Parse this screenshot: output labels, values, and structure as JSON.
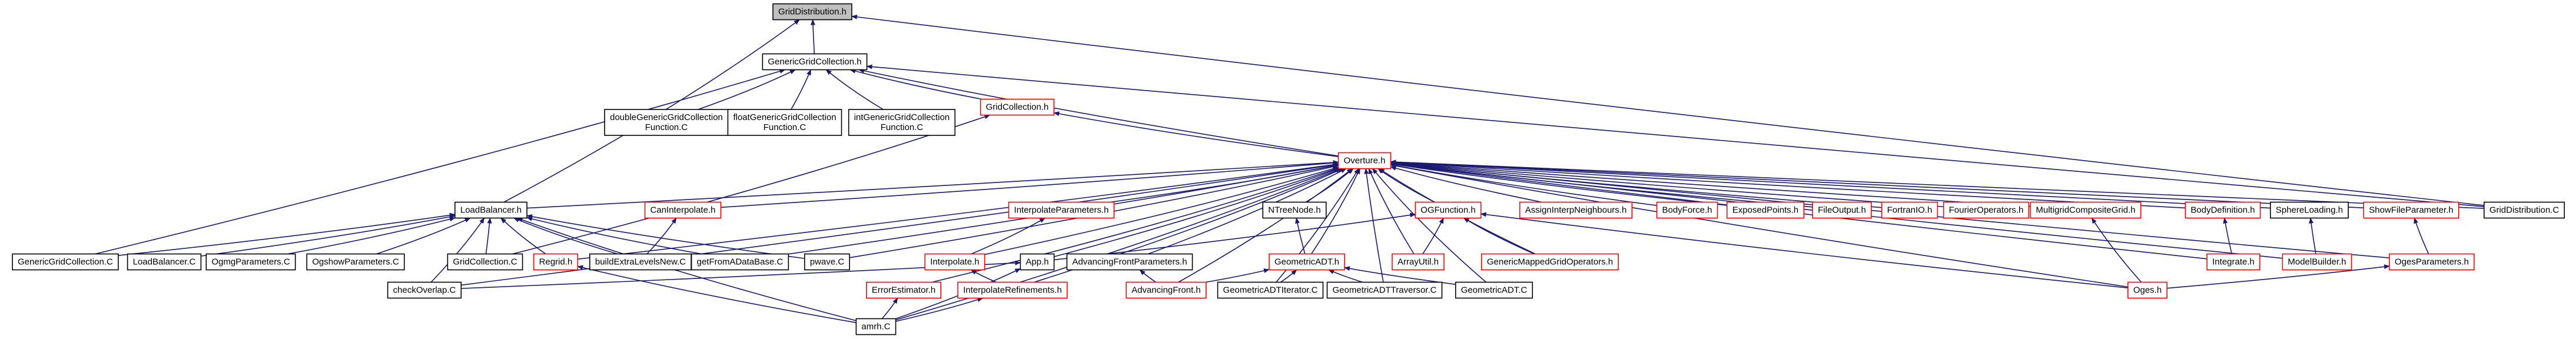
{
  "colors": {
    "edge": "#191970",
    "node_fill": "#ffffff",
    "root_fill": "#bfbfbf",
    "border_documented": "#000000",
    "border_undocumented": "#ff0000"
  },
  "nodes": [
    {
      "id": "GridDistribution.h",
      "lines": [
        "GridDistribution.h"
      ],
      "style": "root"
    },
    {
      "id": "GenericGridCollection.h",
      "lines": [
        "GenericGridCollection.h"
      ],
      "style": "black"
    },
    {
      "id": "doubleGenericGridCollectionFunction.C",
      "lines": [
        "doubleGenericGridCollection",
        "Function.C"
      ],
      "style": "black"
    },
    {
      "id": "floatGenericGridCollectionFunction.C",
      "lines": [
        "floatGenericGridCollection",
        "Function.C"
      ],
      "style": "black"
    },
    {
      "id": "intGenericGridCollectionFunction.C",
      "lines": [
        "intGenericGridCollection",
        "Function.C"
      ],
      "style": "black"
    },
    {
      "id": "GridCollection.h",
      "lines": [
        "GridCollection.h"
      ],
      "style": "red"
    },
    {
      "id": "Overture.h",
      "lines": [
        "Overture.h"
      ],
      "style": "red"
    },
    {
      "id": "LoadBalancer.h",
      "lines": [
        "LoadBalancer.h"
      ],
      "style": "black"
    },
    {
      "id": "CanInterpolate.h",
      "lines": [
        "CanInterpolate.h"
      ],
      "style": "red"
    },
    {
      "id": "InterpolateParameters.h",
      "lines": [
        "InterpolateParameters.h"
      ],
      "style": "red"
    },
    {
      "id": "NTreeNode.h",
      "lines": [
        "NTreeNode.h"
      ],
      "style": "black"
    },
    {
      "id": "OGFunction.h",
      "lines": [
        "OGFunction.h"
      ],
      "style": "red"
    },
    {
      "id": "AssignInterpNeighbours.h",
      "lines": [
        "AssignInterpNeighbours.h"
      ],
      "style": "red"
    },
    {
      "id": "BodyForce.h",
      "lines": [
        "BodyForce.h"
      ],
      "style": "red"
    },
    {
      "id": "ExposedPoints.h",
      "lines": [
        "ExposedPoints.h"
      ],
      "style": "red"
    },
    {
      "id": "FileOutput.h",
      "lines": [
        "FileOutput.h"
      ],
      "style": "red"
    },
    {
      "id": "FortranIO.h",
      "lines": [
        "FortranIO.h"
      ],
      "style": "red"
    },
    {
      "id": "FourierOperators.h",
      "lines": [
        "FourierOperators.h"
      ],
      "style": "red"
    },
    {
      "id": "MultigridCompositeGrid.h",
      "lines": [
        "MultigridCompositeGrid.h"
      ],
      "style": "red"
    },
    {
      "id": "BodyDefinition.h",
      "lines": [
        "BodyDefinition.h"
      ],
      "style": "red"
    },
    {
      "id": "SphereLoading.h",
      "lines": [
        "SphereLoading.h"
      ],
      "style": "black"
    },
    {
      "id": "ShowFileParameter.h",
      "lines": [
        "ShowFileParameter.h"
      ],
      "style": "red"
    },
    {
      "id": "GridDistribution.C",
      "lines": [
        "GridDistribution.C"
      ],
      "style": "black"
    },
    {
      "id": "GenericGridCollection.C",
      "lines": [
        "GenericGridCollection.C"
      ],
      "style": "black"
    },
    {
      "id": "LoadBalancer.C",
      "lines": [
        "LoadBalancer.C"
      ],
      "style": "black"
    },
    {
      "id": "OgmgParameters.C",
      "lines": [
        "OgmgParameters.C"
      ],
      "style": "black"
    },
    {
      "id": "OgshowParameters.C",
      "lines": [
        "OgshowParameters.C"
      ],
      "style": "black"
    },
    {
      "id": "GridCollection.C",
      "lines": [
        "GridCollection.C"
      ],
      "style": "black"
    },
    {
      "id": "Regrid.h",
      "lines": [
        "Regrid.h"
      ],
      "style": "red"
    },
    {
      "id": "buildExtraLevelsNew.C",
      "lines": [
        "buildExtraLevelsNew.C"
      ],
      "style": "black"
    },
    {
      "id": "getFromADataBase.C",
      "lines": [
        "getFromADataBase.C"
      ],
      "style": "black"
    },
    {
      "id": "pwave.C",
      "lines": [
        "pwave.C"
      ],
      "style": "black"
    },
    {
      "id": "Interpolate.h",
      "lines": [
        "Interpolate.h"
      ],
      "style": "red"
    },
    {
      "id": "App.h",
      "lines": [
        "App.h"
      ],
      "style": "black"
    },
    {
      "id": "AdvancingFrontParameters.h",
      "lines": [
        "AdvancingFrontParameters.h"
      ],
      "style": "black"
    },
    {
      "id": "GeometricADT.h",
      "lines": [
        "GeometricADT.h"
      ],
      "style": "red"
    },
    {
      "id": "ArrayUtil.h",
      "lines": [
        "ArrayUtil.h"
      ],
      "style": "red"
    },
    {
      "id": "GenericMappedGridOperators.h",
      "lines": [
        "GenericMappedGridOperators.h"
      ],
      "style": "red"
    },
    {
      "id": "Integrate.h",
      "lines": [
        "Integrate.h"
      ],
      "style": "red"
    },
    {
      "id": "ModelBuilder.h",
      "lines": [
        "ModelBuilder.h"
      ],
      "style": "red"
    },
    {
      "id": "OgesParameters.h",
      "lines": [
        "OgesParameters.h"
      ],
      "style": "red"
    },
    {
      "id": "checkOverlap.C",
      "lines": [
        "checkOverlap.C"
      ],
      "style": "black"
    },
    {
      "id": "ErrorEstimator.h",
      "lines": [
        "ErrorEstimator.h"
      ],
      "style": "red"
    },
    {
      "id": "InterpolateRefinements.h",
      "lines": [
        "InterpolateRefinements.h"
      ],
      "style": "red"
    },
    {
      "id": "AdvancingFront.h",
      "lines": [
        "AdvancingFront.h"
      ],
      "style": "red"
    },
    {
      "id": "GeometricADTIterator.C",
      "lines": [
        "GeometricADTIterator.C"
      ],
      "style": "black"
    },
    {
      "id": "GeometricADTTraversor.C",
      "lines": [
        "GeometricADTTraversor.C"
      ],
      "style": "black"
    },
    {
      "id": "GeometricADT.C",
      "lines": [
        "GeometricADT.C"
      ],
      "style": "black"
    },
    {
      "id": "Oges.h",
      "lines": [
        "Oges.h"
      ],
      "style": "red"
    },
    {
      "id": "amrh.C",
      "lines": [
        "amrh.C"
      ],
      "style": "black"
    }
  ],
  "edges": [
    [
      "GridDistribution.h",
      "GenericGridCollection.h"
    ],
    [
      "GridDistribution.h",
      "LoadBalancer.h"
    ],
    [
      "GridDistribution.h",
      "GridDistribution.C"
    ],
    [
      "GenericGridCollection.h",
      "doubleGenericGridCollectionFunction.C"
    ],
    [
      "GenericGridCollection.h",
      "floatGenericGridCollectionFunction.C"
    ],
    [
      "GenericGridCollection.h",
      "intGenericGridCollectionFunction.C"
    ],
    [
      "GenericGridCollection.h",
      "GridCollection.h"
    ],
    [
      "GenericGridCollection.h",
      "Overture.h"
    ],
    [
      "GenericGridCollection.h",
      "GenericGridCollection.C"
    ],
    [
      "GenericGridCollection.h",
      "GridDistribution.C"
    ],
    [
      "GridCollection.h",
      "Overture.h"
    ],
    [
      "GridCollection.h",
      "GridCollection.C"
    ],
    [
      "Overture.h",
      "LoadBalancer.h"
    ],
    [
      "Overture.h",
      "CanInterpolate.h"
    ],
    [
      "Overture.h",
      "InterpolateParameters.h"
    ],
    [
      "Overture.h",
      "NTreeNode.h"
    ],
    [
      "Overture.h",
      "OGFunction.h"
    ],
    [
      "Overture.h",
      "AssignInterpNeighbours.h"
    ],
    [
      "Overture.h",
      "BodyForce.h"
    ],
    [
      "Overture.h",
      "ExposedPoints.h"
    ],
    [
      "Overture.h",
      "FileOutput.h"
    ],
    [
      "Overture.h",
      "FortranIO.h"
    ],
    [
      "Overture.h",
      "FourierOperators.h"
    ],
    [
      "Overture.h",
      "MultigridCompositeGrid.h"
    ],
    [
      "Overture.h",
      "BodyDefinition.h"
    ],
    [
      "Overture.h",
      "SphereLoading.h"
    ],
    [
      "Overture.h",
      "ShowFileParameter.h"
    ],
    [
      "Overture.h",
      "GridDistribution.C"
    ],
    [
      "Overture.h",
      "Regrid.h"
    ],
    [
      "Overture.h",
      "getFromADataBase.C"
    ],
    [
      "Overture.h",
      "pwave.C"
    ],
    [
      "Overture.h",
      "Interpolate.h"
    ],
    [
      "Overture.h",
      "App.h"
    ],
    [
      "Overture.h",
      "AdvancingFrontParameters.h"
    ],
    [
      "Overture.h",
      "GeometricADT.h"
    ],
    [
      "Overture.h",
      "ArrayUtil.h"
    ],
    [
      "Overture.h",
      "GenericMappedGridOperators.h"
    ],
    [
      "Overture.h",
      "Integrate.h"
    ],
    [
      "Overture.h",
      "ModelBuilder.h"
    ],
    [
      "Overture.h",
      "OgesParameters.h"
    ],
    [
      "Overture.h",
      "ErrorEstimator.h"
    ],
    [
      "Overture.h",
      "InterpolateRefinements.h"
    ],
    [
      "Overture.h",
      "AdvancingFront.h"
    ],
    [
      "Overture.h",
      "GeometricADTIterator.C"
    ],
    [
      "Overture.h",
      "GeometricADTTraversor.C"
    ],
    [
      "Overture.h",
      "GeometricADT.C"
    ],
    [
      "Overture.h",
      "Oges.h"
    ],
    [
      "Overture.h",
      "amrh.C"
    ],
    [
      "Overture.h",
      "checkOverlap.C"
    ],
    [
      "LoadBalancer.h",
      "GenericGridCollection.C"
    ],
    [
      "LoadBalancer.h",
      "LoadBalancer.C"
    ],
    [
      "LoadBalancer.h",
      "OgmgParameters.C"
    ],
    [
      "LoadBalancer.h",
      "OgshowParameters.C"
    ],
    [
      "LoadBalancer.h",
      "GridCollection.C"
    ],
    [
      "LoadBalancer.h",
      "Regrid.h"
    ],
    [
      "LoadBalancer.h",
      "buildExtraLevelsNew.C"
    ],
    [
      "LoadBalancer.h",
      "getFromADataBase.C"
    ],
    [
      "LoadBalancer.h",
      "pwave.C"
    ],
    [
      "LoadBalancer.h",
      "checkOverlap.C"
    ],
    [
      "LoadBalancer.h",
      "amrh.C"
    ],
    [
      "CanInterpolate.h",
      "buildExtraLevelsNew.C"
    ],
    [
      "InterpolateParameters.h",
      "Interpolate.h"
    ],
    [
      "Interpolate.h",
      "InterpolateRefinements.h"
    ],
    [
      "Regrid.h",
      "amrh.C"
    ],
    [
      "App.h",
      "checkOverlap.C"
    ],
    [
      "App.h",
      "amrh.C"
    ],
    [
      "AdvancingFrontParameters.h",
      "AdvancingFront.h"
    ],
    [
      "NTreeNode.h",
      "GeometricADT.h"
    ],
    [
      "OGFunction.h",
      "App.h"
    ],
    [
      "OGFunction.h",
      "ArrayUtil.h"
    ],
    [
      "OGFunction.h",
      "GenericMappedGridOperators.h"
    ],
    [
      "OGFunction.h",
      "Oges.h"
    ],
    [
      "GeometricADT.h",
      "AdvancingFront.h"
    ],
    [
      "GeometricADT.h",
      "GeometricADTIterator.C"
    ],
    [
      "GeometricADT.h",
      "GeometricADTTraversor.C"
    ],
    [
      "GeometricADT.h",
      "GeometricADT.C"
    ],
    [
      "MultigridCompositeGrid.h",
      "Oges.h"
    ],
    [
      "BodyDefinition.h",
      "Integrate.h"
    ],
    [
      "SphereLoading.h",
      "ModelBuilder.h"
    ],
    [
      "ShowFileParameter.h",
      "OgesParameters.h"
    ],
    [
      "OgesParameters.h",
      "Oges.h"
    ],
    [
      "ErrorEstimator.h",
      "amrh.C"
    ],
    [
      "InterpolateRefinements.h",
      "amrh.C"
    ]
  ]
}
